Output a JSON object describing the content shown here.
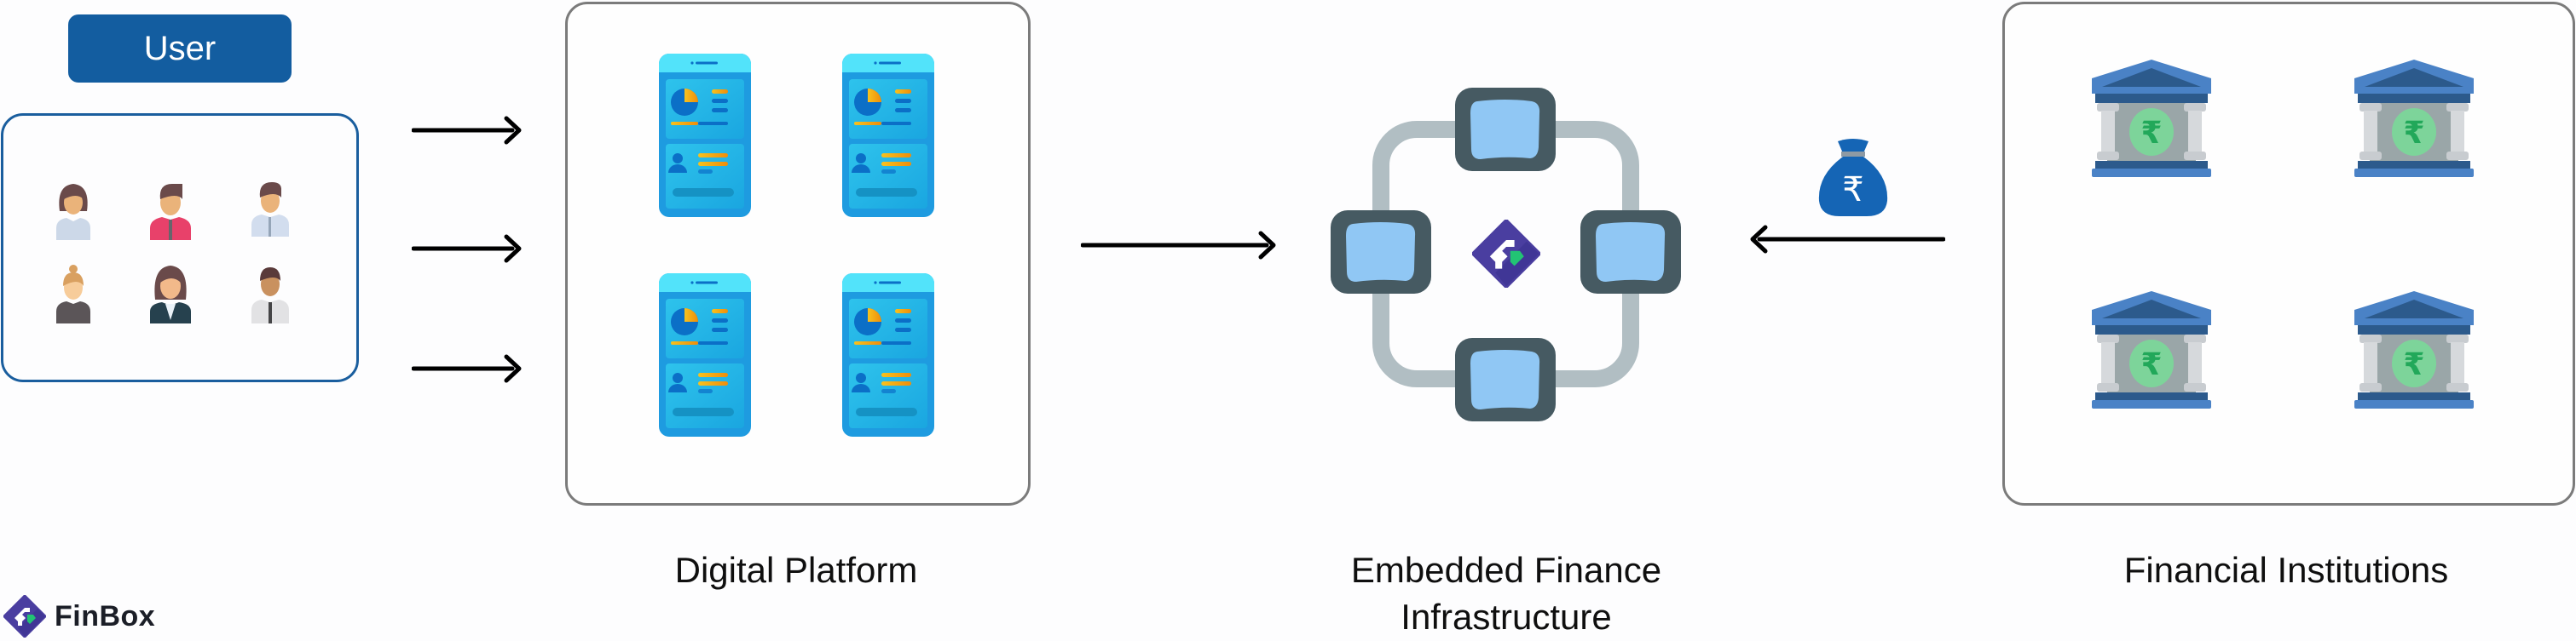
{
  "brand": {
    "name": "FinBox",
    "colors": {
      "primary": "#4a3ea0",
      "accent": "#22c474",
      "text": "#1b1e27"
    }
  },
  "user_section": {
    "button_label": "User",
    "accent": "#135da0",
    "people": [
      {
        "icon": "woman-icon"
      },
      {
        "icon": "man-red-shirt-icon"
      },
      {
        "icon": "man-tie-icon"
      },
      {
        "icon": "woman-bun-icon"
      },
      {
        "icon": "businesswoman-icon"
      },
      {
        "icon": "businessman-icon"
      }
    ],
    "arrow_count": 3
  },
  "digital_platform": {
    "label": "Digital Platform",
    "items": [
      {
        "icon": "mobile-app-dashboard-icon"
      },
      {
        "icon": "mobile-app-dashboard-icon"
      },
      {
        "icon": "mobile-app-dashboard-icon"
      },
      {
        "icon": "mobile-app-dashboard-icon"
      }
    ]
  },
  "embedded_finance": {
    "label_line1": "Embedded Finance",
    "label_line2": "Infrastructure",
    "center_icon": "finbox-logo-icon",
    "nodes": [
      "top",
      "left",
      "right",
      "bottom"
    ]
  },
  "money_flow": {
    "icon": "rupee-money-bag-icon",
    "direction": "left"
  },
  "financial_institutions": {
    "label": "Financial Institutions",
    "items": [
      {
        "icon": "bank-rupee-icon"
      },
      {
        "icon": "bank-rupee-icon"
      },
      {
        "icon": "bank-rupee-icon"
      },
      {
        "icon": "bank-rupee-icon"
      }
    ],
    "currency_symbol": "₹"
  }
}
